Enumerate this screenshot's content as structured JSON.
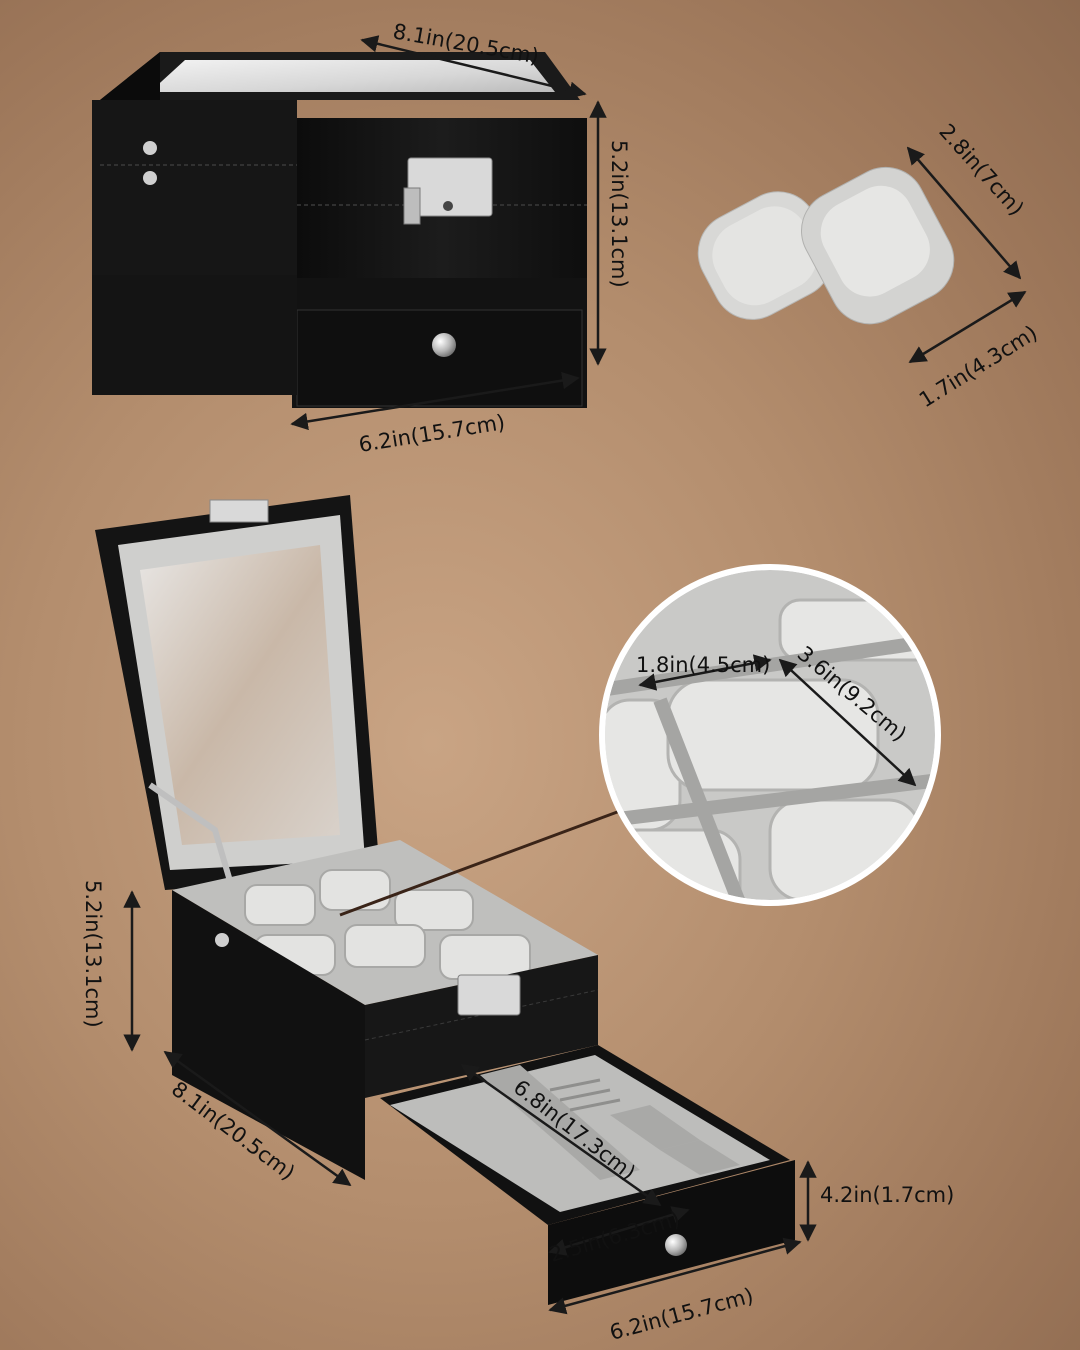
{
  "colors": {
    "background": "#b38d6d",
    "leather": "#141414",
    "velvet": "#d6d6d4",
    "metal": "#c9c9c9"
  },
  "top_view": {
    "width_label": "8.1in(20.5cm)",
    "height_label": "5.2in(13.1cm)",
    "depth_label": "6.2in(15.7cm)"
  },
  "pillow": {
    "length_label": "2.8in(7cm)",
    "width_label": "1.7in(4.3cm)"
  },
  "detail_zoom": {
    "compartment_width_label": "1.8in(4.5cm)",
    "compartment_length_label": "3.6in(9.2cm)"
  },
  "open_view": {
    "height_label": "5.2in(13.1cm)",
    "depth_label": "8.1in(20.5cm)",
    "width_label": "6.2in(15.7cm)",
    "drawer_length_label": "6.8in(17.3cm)",
    "drawer_width_label": "2.5in(6.3cm)",
    "drawer_height_label": "4.2in(1.7cm)"
  }
}
